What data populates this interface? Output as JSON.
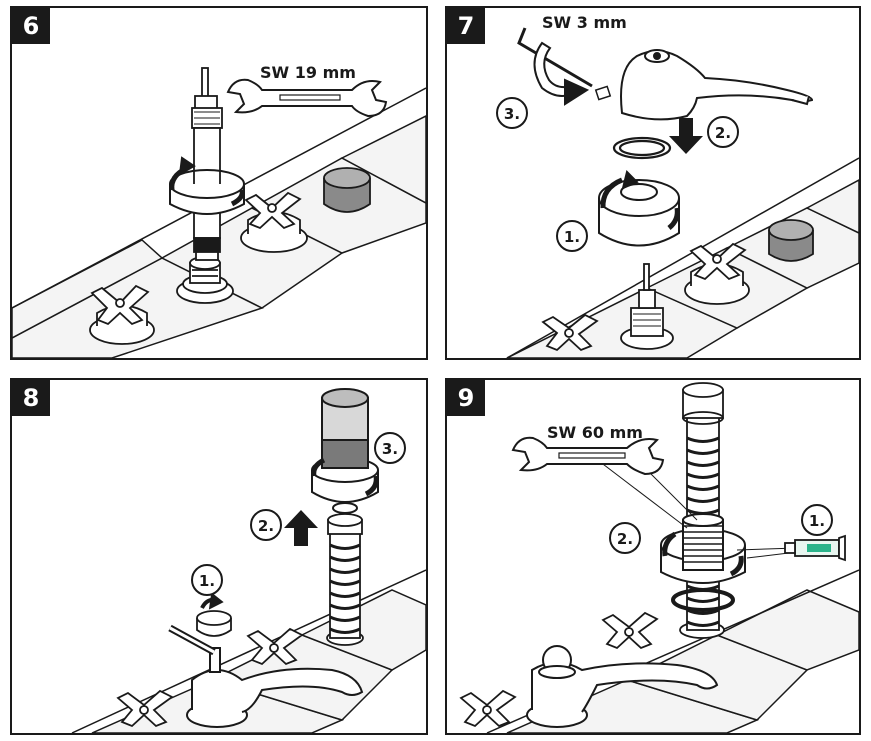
{
  "steps": [
    {
      "number": "6",
      "labels": {
        "wrench": "SW 19 mm"
      }
    },
    {
      "number": "7",
      "labels": {
        "wrench": "SW 3 mm",
        "step1": "1.",
        "step2": "2.",
        "step3": "3."
      }
    },
    {
      "number": "8",
      "labels": {
        "step1": "1.",
        "step2": "2.",
        "step3": "3."
      }
    },
    {
      "number": "9",
      "labels": {
        "wrench": "SW 60 mm",
        "step1": "1.",
        "step2": "2."
      }
    }
  ],
  "colors": {
    "ink": "#1a1a1a",
    "paper": "#ffffff",
    "tile": "#f2f2f2",
    "tube_accent": "#2bb38a"
  }
}
